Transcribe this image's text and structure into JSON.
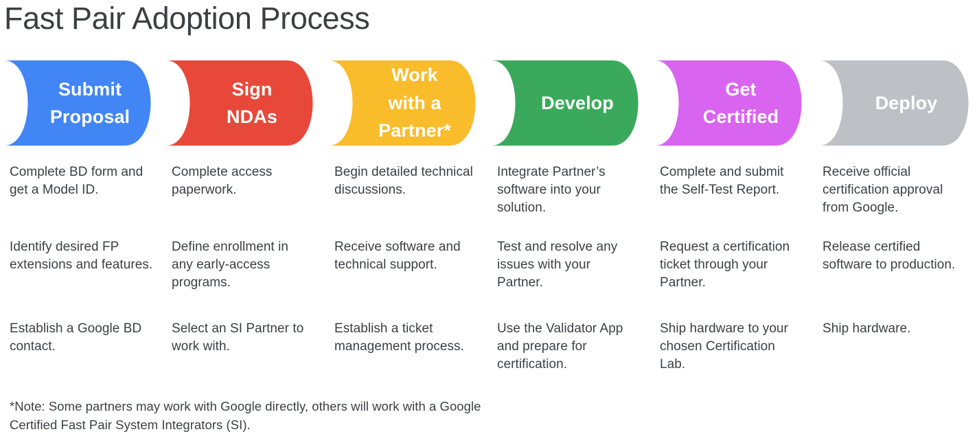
{
  "page": {
    "title": "Fast Pair Adoption Process",
    "background": "#ffffff",
    "text_color": "#3c4043"
  },
  "process": {
    "steps": [
      {
        "id": "submit-proposal",
        "label_lines": [
          "Submit",
          "Proposal"
        ],
        "label": "Submit Proposal",
        "color": "#4285f4",
        "color_name": "google-blue",
        "notes": [
          "Complete BD form and get a Model ID.",
          "Identify desired FP extensions and features.",
          "Establish a Google BD contact."
        ]
      },
      {
        "id": "sign-ndas",
        "label_lines": [
          "Sign",
          "NDAs"
        ],
        "label": "Sign NDAs",
        "color": "#e8483a",
        "color_name": "google-red",
        "notes": [
          "Complete access paperwork.",
          "Define enrollment in any early-access programs.",
          "Select an SI Partner to work with."
        ]
      },
      {
        "id": "work-with-a-partner",
        "label_lines": [
          "Work",
          "with a",
          "Partner*"
        ],
        "label": "Work with a Partner*",
        "color": "#f9bc2b",
        "color_name": "google-yellow",
        "notes": [
          "Begin detailed technical discussions.",
          "Receive software and technical support.",
          "Establish a ticket management process."
        ]
      },
      {
        "id": "develop",
        "label_lines": [
          "Develop"
        ],
        "label": "Develop",
        "color": "#3ba95b",
        "color_name": "google-green",
        "notes": [
          "Integrate Partner’s software into your solution.",
          "Test and resolve any issues with your Partner.",
          "Use the Validator App and prepare for certification."
        ]
      },
      {
        "id": "get-certified",
        "label_lines": [
          "Get",
          "Certified"
        ],
        "label": "Get Certified",
        "color": "#d964f0",
        "color_name": "magenta",
        "notes": [
          "Complete and submit the Self-Test Report.",
          "Request a certification ticket through your Partner.",
          "Ship hardware to your chosen Certification Lab."
        ]
      },
      {
        "id": "deploy",
        "label_lines": [
          "Deploy"
        ],
        "label": "Deploy",
        "color": "#bdc1c6",
        "color_name": "grey",
        "notes": [
          "Receive official certification approval from Google.",
          "Release certified software to production.",
          "Ship hardware."
        ]
      }
    ]
  },
  "footnote": {
    "text": "*Note: Some partners may work with Google directly, others will work with a Google Certified Fast Pair System Integrators (SI)"
  }
}
